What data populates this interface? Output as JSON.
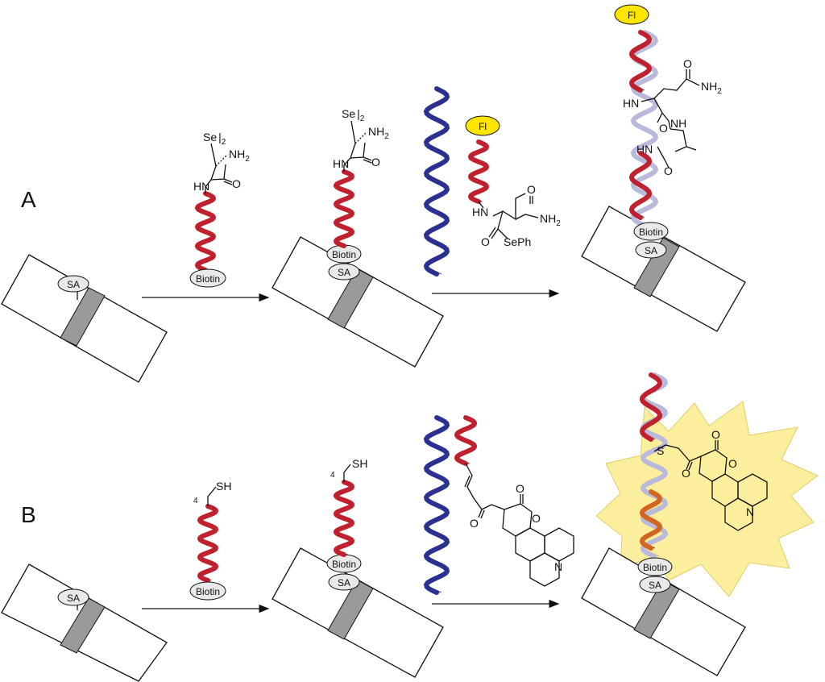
{
  "colors": {
    "red_strand": "#c0212e",
    "blue_strand": "#2b3190",
    "faded_strand": "#b8b9db",
    "fluorophore_fill": "#ffe600",
    "glow_fill": "#fbee9c",
    "oval_fill": "#e9e9e9",
    "test_line": "#9a9a9a"
  },
  "panel_a": {
    "letter": "A",
    "strip": {
      "sa_label": "SA"
    },
    "probe": {
      "se": "Se",
      "se_sub": "2",
      "nh2": "NH",
      "nh2_sub": "2",
      "hn": "HN",
      "o": "O",
      "biotin": "Biotin"
    },
    "bound": {
      "se": "Se",
      "se_sub": "2",
      "nh2": "NH",
      "nh2_sub": "2",
      "hn": "HN",
      "o": "O",
      "biotin": "Biotin",
      "sa": "SA"
    },
    "target": {
      "fl": "Fl",
      "hn": "HN",
      "o_amide": "O",
      "nh2": "NH",
      "nh2_sub": "2",
      "o_ester": "O",
      "seph": "SePh"
    },
    "product": {
      "fl": "Fl",
      "hn_top": "HN",
      "o_amide": "O",
      "nh2": "NH",
      "nh2_sub": "2",
      "o_mid": "O",
      "nh": "NH",
      "hn_low": "HN",
      "o_low": "O",
      "biotin": "Biotin",
      "sa": "SA"
    }
  },
  "panel_b": {
    "letter": "B",
    "strip": {
      "sa_label": "SA"
    },
    "probe": {
      "n": "4",
      "sh": "SH",
      "biotin": "Biotin"
    },
    "bound": {
      "n": "4",
      "sh": "SH",
      "biotin": "Biotin",
      "sa": "SA"
    },
    "target": {
      "o_keto": "O",
      "o_lactone_c": "O",
      "o_ring": "O",
      "n": "N"
    },
    "product": {
      "s": "S",
      "o_keto": "O",
      "o_lactone_c": "O",
      "o_ring": "O",
      "n": "N",
      "biotin": "Biotin",
      "sa": "SA"
    }
  }
}
